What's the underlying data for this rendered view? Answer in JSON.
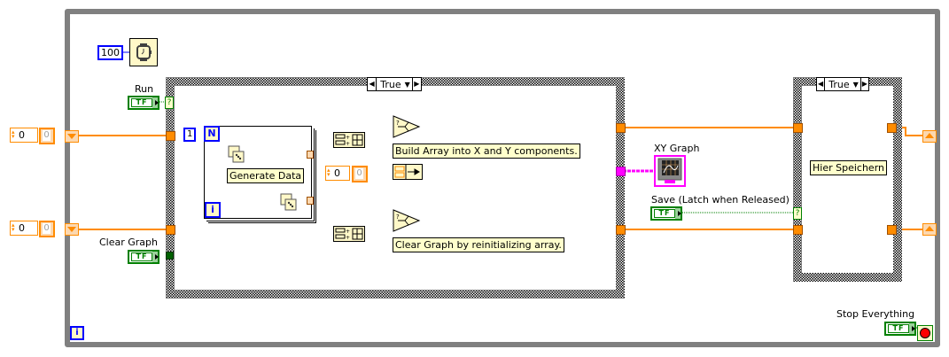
{
  "diagram": {
    "type": "LabVIEW block diagram",
    "wait_constant": "100",
    "wait_icon": "wait-ms-icon",
    "while_loop_iteration": "i",
    "colors": {
      "numeric_wire": "#ff8c00",
      "cluster_wire": "#ff00ff",
      "boolean_wire": "#008000",
      "loop_frame": "#808080",
      "integer_constant_border": "#0000ff",
      "comment_background": "#ffffcc"
    }
  },
  "controls": {
    "run": {
      "label": "Run",
      "glyph": "TF"
    },
    "clear_graph": {
      "label": "Clear Graph",
      "glyph": "TF"
    },
    "save": {
      "label": "Save (Latch when Released)",
      "glyph": "TF"
    },
    "stop": {
      "label": "Stop Everything",
      "glyph": "TF"
    }
  },
  "shift_registers": {
    "top_init_value": "0",
    "top_init_indicator": "0",
    "bottom_init_value": "0",
    "bottom_init_indicator": "0"
  },
  "case_structure_main": {
    "selector_value": "True",
    "for_loop": {
      "count_constant": "1",
      "count_terminal": "N",
      "iteration_terminal": "i",
      "subvi_label": "Generate Data"
    },
    "index_constant": "0",
    "index_indicator": "0",
    "comments": [
      "Build Array into X and Y components.",
      "Clear Graph by reinitializing array."
    ],
    "select_glyph": "?"
  },
  "xy_graph": {
    "label": "XY Graph"
  },
  "case_structure_save": {
    "selector_value": "True",
    "comment": "Hier Speichern",
    "selector_terminal": "?"
  }
}
